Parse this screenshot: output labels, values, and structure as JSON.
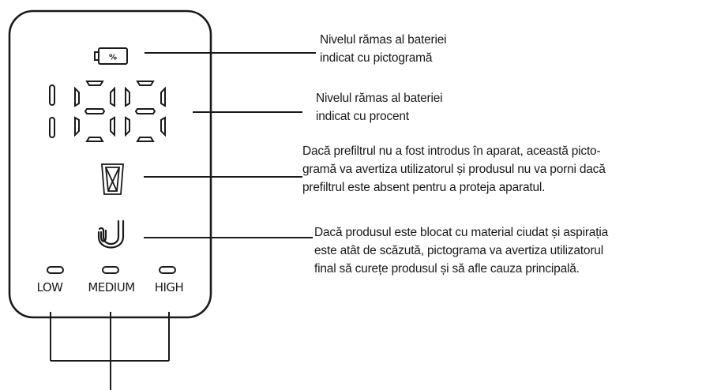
{
  "panel": {
    "battery_icon_text": "%",
    "levels": [
      {
        "label": "LOW"
      },
      {
        "label": "MEDIUM"
      },
      {
        "label": "HIGH"
      }
    ]
  },
  "callouts": [
    {
      "lines": [
        "Nivelul rămas al bateriei",
        "indicat cu pictogramă"
      ]
    },
    {
      "lines": [
        "Nivelul rămas al bateriei",
        "indicat cu procent"
      ]
    },
    {
      "lines": [
        "Dacă prefiltrul nu a fost introdus în aparat, această picto-",
        "gramă va avertiza utilizatorul și produsul nu va porni dacă",
        "prefiltrul este absent pentru a proteja aparatul."
      ]
    },
    {
      "lines": [
        "Dacă produsul este blocat cu material ciudat și aspirația",
        "este atât de scăzută, pictograma va avertiza utilizatorul",
        "final să curețe produsul și să afle cauza principală."
      ]
    }
  ]
}
